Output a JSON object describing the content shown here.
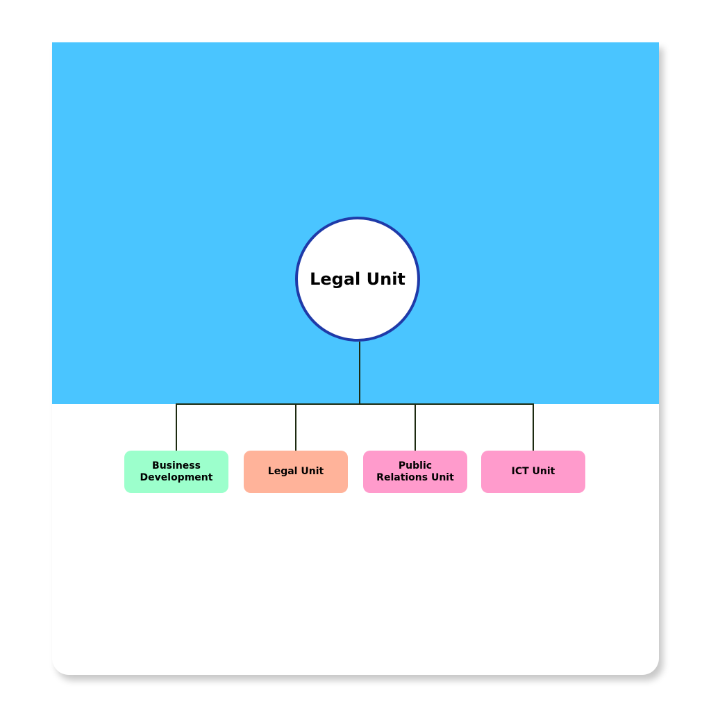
{
  "diagram": {
    "root": {
      "label": "Legal Unit"
    },
    "children": [
      {
        "label": "Business Development",
        "color": "#9cffcc"
      },
      {
        "label": "Legal Unit",
        "color": "#ffb39a"
      },
      {
        "label": "Public Relations Unit",
        "color": "#ff9bcc"
      },
      {
        "label": "ICT Unit",
        "color": "#ff9bcc"
      }
    ],
    "colors": {
      "banner": "#4ac5ff",
      "root_border": "#1f3aa8",
      "connector": "#1c2a10"
    }
  }
}
